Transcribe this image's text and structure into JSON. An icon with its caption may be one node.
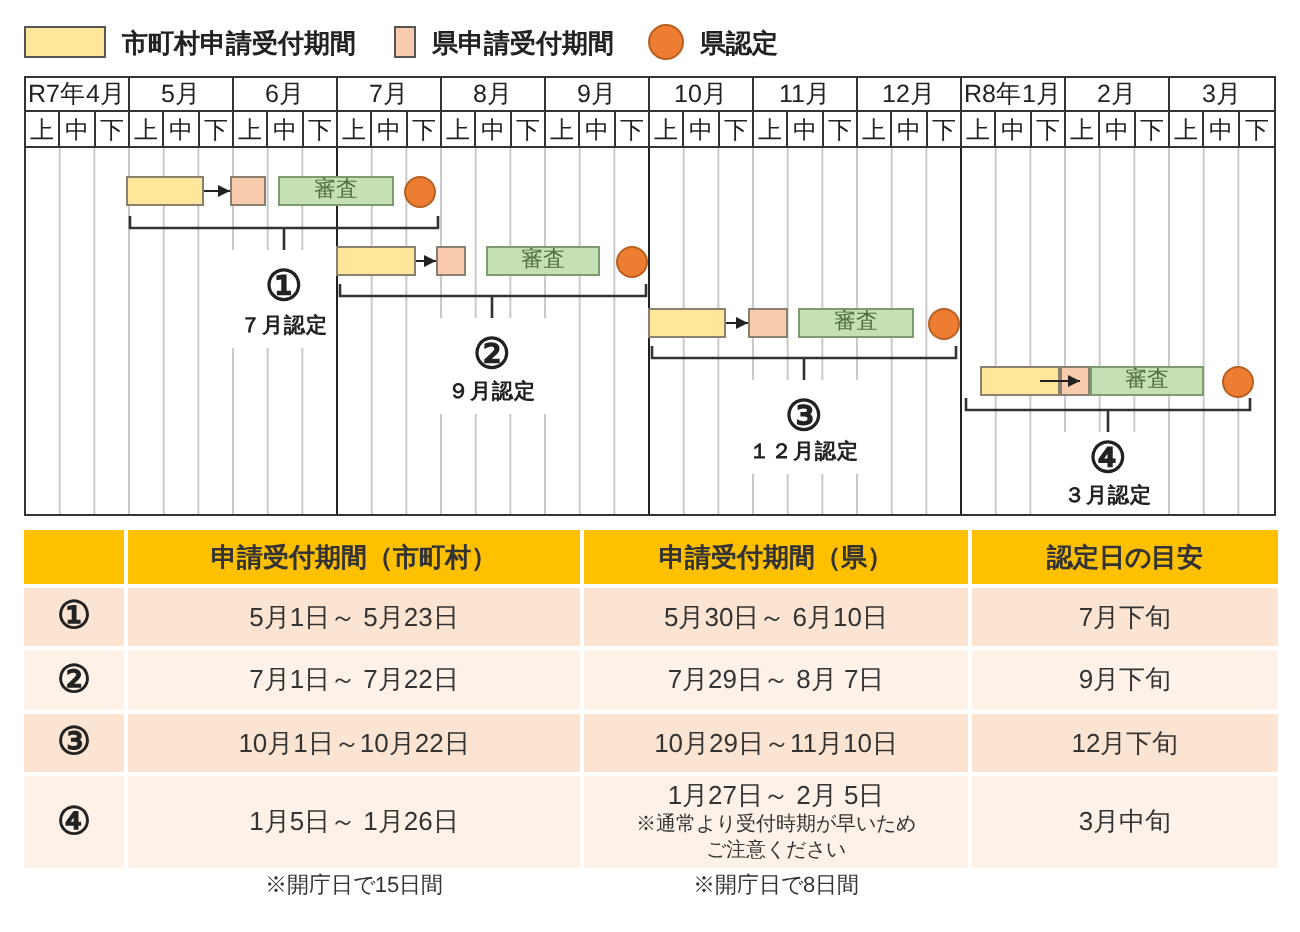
{
  "diagram": {
    "nodes": [
      {
        "text": [],
        "shape": "bar"
      },
      {
        "text": [],
        "shape": "bar"
      },
      {
        "text": [
          "審査"
        ]
      },
      {
        "text": [],
        "shape": "circle"
      },
      {
        "text": [],
        "shape": "bar"
      },
      {
        "text": [],
        "shape": "bar"
      },
      {
        "text": [
          "審査"
        ]
      },
      {
        "text": [],
        "shape": "circle"
      },
      {
        "text": [],
        "shape": "bar"
      },
      {
        "text": [],
        "shape": "bar"
      },
      {
        "text": [
          "審査"
        ]
      },
      {
        "text": [],
        "shape": "circle"
      },
      {
        "text": [],
        "shape": "bar"
      },
      {
        "text": [],
        "shape": "bar"
      },
      {
        "text": [
          "審査"
        ]
      },
      {
        "text": [],
        "shape": "circle"
      }
    ],
    "edges": [
      {
        "from": 0,
        "to": 1,
        "arrow": "to"
      },
      {
        "from": 4,
        "to": 5,
        "arrow": "to"
      },
      {
        "from": 8,
        "to": 9,
        "arrow": "to"
      },
      {
        "from": 12,
        "to": 13,
        "arrow": "to"
      }
    ],
    "labels": [
      "R7年4月",
      "5月",
      "6月",
      "7月",
      "8月",
      "9月",
      "10月",
      "11月",
      "12月",
      "R8年1月",
      "2月",
      "3月",
      "上",
      "中",
      "下",
      "上",
      "中",
      "下",
      "上",
      "中",
      "下",
      "上",
      "中",
      "下",
      "上",
      "中",
      "下",
      "上",
      "中",
      "下",
      "上",
      "中",
      "下",
      "上",
      "中",
      "下",
      "上",
      "中",
      "下",
      "上",
      "中",
      "下",
      "上",
      "中",
      "下",
      "上",
      "中",
      "下",
      "①",
      "７月認定",
      "②",
      "９月認定",
      "③",
      "１２月認定",
      "④",
      "３月認定",
      "申請受付期間（市町村）",
      "申請受付期間（県）",
      "認定日の目安",
      "①",
      "5月1日～ 5月23日",
      "5月30日～ 6月10日",
      "7月下旬",
      "②",
      "7月1日～ 7月22日",
      "7月29日～ 8月 7日",
      "9月下旬",
      "③",
      "10月1日～10月22日",
      "10月29日～11月10日",
      "12月下旬",
      "④",
      "1月5日～ 1月26日",
      "1月27日～ 2月 5日",
      "※通常より受付時期が早いためご注意ください",
      "3月中旬",
      "※開庁日で15日間",
      "※開庁日で8日間"
    ],
    "legend": [
      {
        "text": "市町村申請受付期間",
        "color": "#ffe699"
      },
      {
        "text": "県申請受付期間",
        "color": "#f8cbad"
      },
      {
        "text": "県認定",
        "color": "#ed7d31"
      }
    ]
  }
}
